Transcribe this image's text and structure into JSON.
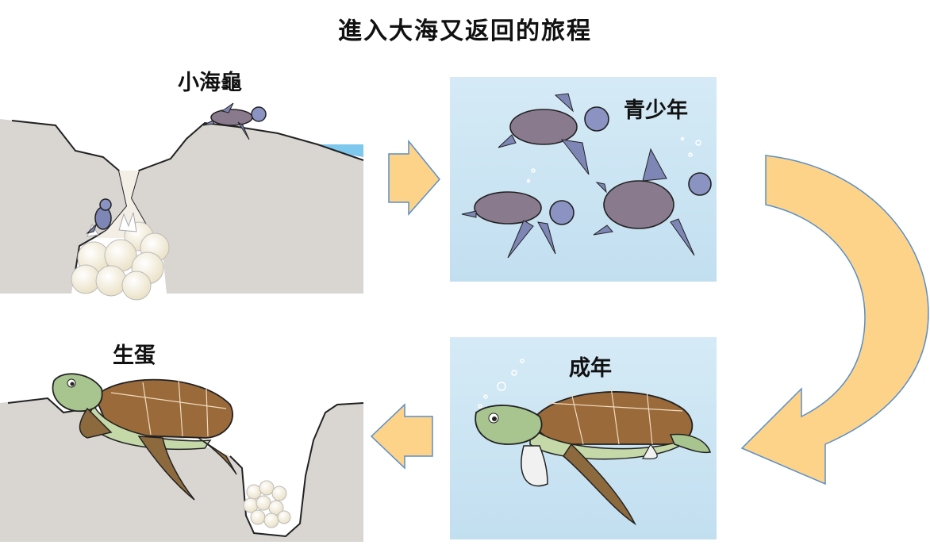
{
  "title": "進入大海又返回的旅程",
  "stages": {
    "hatchling": {
      "label": "小海龜"
    },
    "juvenile": {
      "label": "青少年"
    },
    "adult": {
      "label": "成年"
    },
    "nesting": {
      "label": "生蛋"
    }
  },
  "colors": {
    "arrow": "#fdd38a",
    "arrow_stroke": "#5b8fc7",
    "sea": "#c9e4f3",
    "sand": "#d9d6d2",
    "sand_edge": "#222222",
    "egg": "#f7f1df",
    "juvenile_turtle": "#7d86b5",
    "adult_shell": "#9a6a3a",
    "adult_skin": "#a8c48f"
  }
}
